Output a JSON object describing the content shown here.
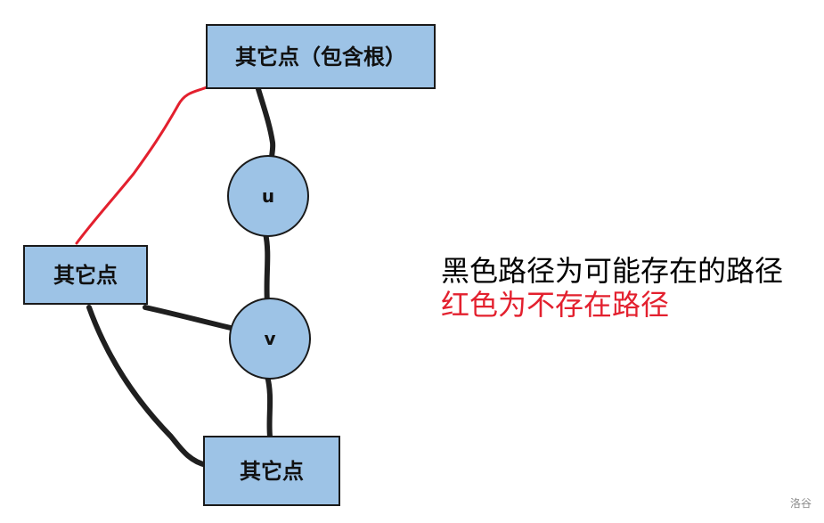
{
  "colors": {
    "node_fill": "#9dc3e6",
    "node_stroke": "#1a1a1a",
    "possible_path": "#1f1f1f",
    "impossible_path": "#e3202e"
  },
  "nodes": {
    "top_box": {
      "label": "其它点（包含根）"
    },
    "left_box": {
      "label": "其它点"
    },
    "bottom_box": {
      "label": "其它点"
    },
    "u": {
      "label": "u"
    },
    "v": {
      "label": "v"
    }
  },
  "legend": {
    "black_text": "黑色路径为可能存在的路径",
    "red_text": "红色为不存在路径"
  },
  "watermark": "洛谷"
}
